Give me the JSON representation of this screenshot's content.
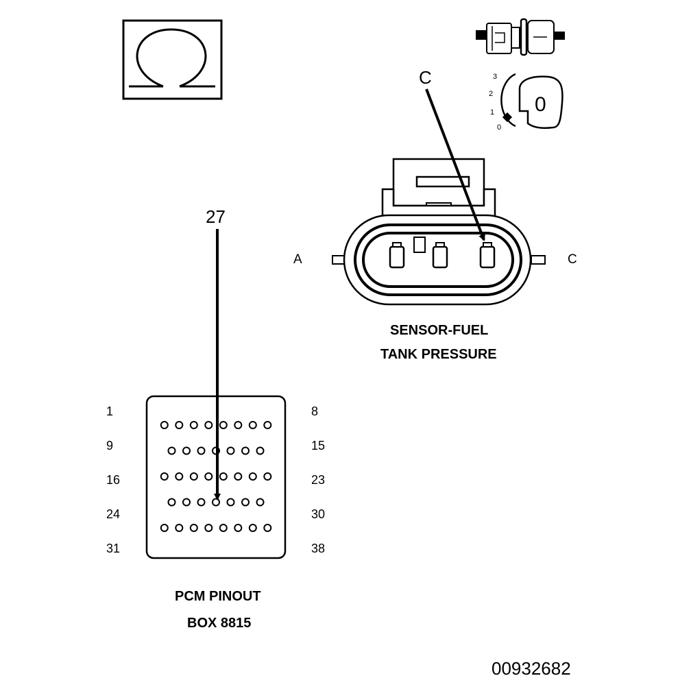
{
  "meter": {
    "symbol": "Ω"
  },
  "ignition": {
    "positions": [
      "3",
      "2",
      "1",
      "0"
    ],
    "key_label": "0"
  },
  "sensor": {
    "callout": "C",
    "side_left": "A",
    "side_right": "C",
    "title_line1": "SENSOR-FUEL",
    "title_line2": "TANK PRESSURE"
  },
  "pcm": {
    "callout": "27",
    "title_line1": "PCM PINOUT",
    "title_line2": "BOX 8815",
    "left_pins": [
      "1",
      "9",
      "16",
      "24",
      "31"
    ],
    "right_pins": [
      "8",
      "15",
      "23",
      "30",
      "38"
    ],
    "row_counts": [
      8,
      7,
      8,
      7,
      8
    ]
  },
  "figure_id": "00932682"
}
